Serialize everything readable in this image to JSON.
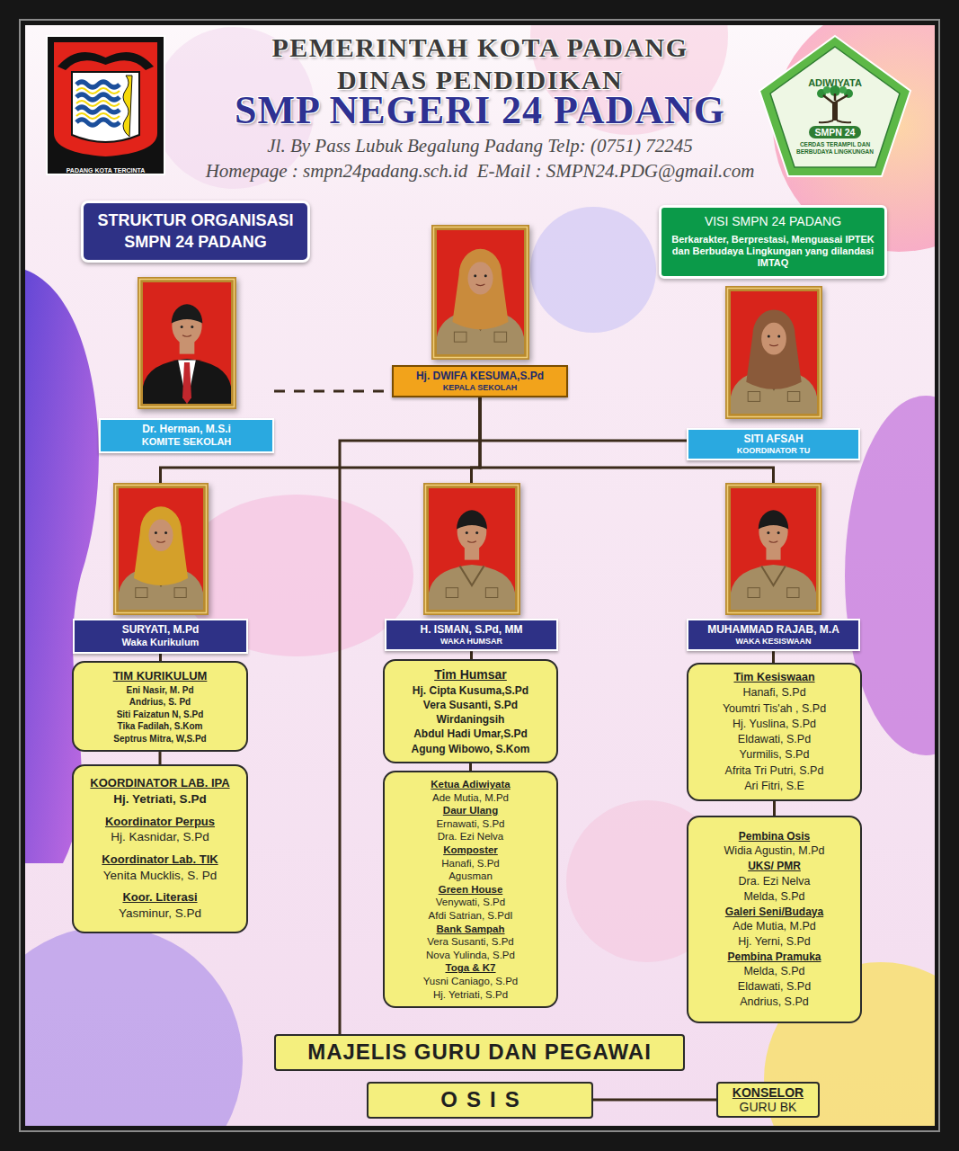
{
  "diagram": {
    "title": "SMP NEGERI 24 PADANG",
    "nodes": [
      {
        "text": [
          "STRUKTUR ORGANISASI SMPN 24 PADANG"
        ]
      },
      {
        "text": [
          "VISI SMPN 24 PADANG",
          "Berkarakter, Berprestasi, Menguasai IPTEK dan Berbudaya Lingkungan yang dilandasi IMTAQ"
        ]
      },
      {
        "text": [
          "Hj. DWIFA KESUMA,S.Pd",
          "KEPALA SEKOLAH"
        ]
      },
      {
        "text": [
          "Dr. Herman, M.S.i",
          "KOMITE SEKOLAH"
        ]
      },
      {
        "text": [
          "SITI AFSAH",
          "KOORDINATOR TU"
        ]
      },
      {
        "text": [
          "SURYATI, M.Pd",
          "Waka Kurikulum"
        ]
      },
      {
        "text": [
          "H. ISMAN, S.Pd, MM",
          "WAKA HUMSAR"
        ]
      },
      {
        "text": [
          "MUHAMMAD RAJAB, M.A",
          "WAKA KESISWAAN"
        ]
      },
      {
        "text": [
          "TIM KURIKULUM",
          "Eni Nasir, M. Pd",
          "Andrius, S. Pd",
          "Siti Faizatun N, S.Pd",
          "Tika Fadilah, S.Kom",
          "Septrus Mitra, W,S.Pd"
        ]
      },
      {
        "text": [
          "KOORDINATOR LAB. IPA",
          "Hj. Yetriati, S.Pd",
          "Koordinator Perpus",
          "Hj. Kasnidar, S.Pd",
          "Koordinator Lab. TIK",
          "Yenita Mucklis, S. Pd",
          "Koor. Literasi",
          "Yasminur, S.Pd"
        ]
      },
      {
        "text": [
          "Tim Humsar",
          "Hj. Cipta Kusuma,S.Pd",
          "Vera Susanti, S.Pd",
          "Wirdaningsih",
          "Abdul Hadi Umar,S.Pd",
          "Agung Wibowo, S.Kom"
        ]
      },
      {
        "text": [
          "Ketua Adiwiyata",
          "Ade Mutia, M.Pd",
          "Daur Ulang",
          "Ernawati, S.Pd",
          "Dra. Ezi Nelva",
          "Komposter",
          "Hanafi, S.Pd",
          "Agusman",
          "Green House",
          "Venywati, S.Pd",
          "Afdi Satrian, S.PdI",
          "Bank Sampah",
          "Vera Susanti, S.Pd",
          "Nova Yulinda, S.Pd",
          "Toga & K7",
          "Yusni Caniago, S.Pd",
          "Hj. Yetriati, S.Pd"
        ]
      },
      {
        "text": [
          "Tim Kesiswaan",
          "Hanafi, S.Pd",
          "Youmtri Tis'ah , S.Pd",
          "Hj. Yuslina, S.Pd",
          "Eldawati, S.Pd",
          "Yurmilis, S.Pd",
          "Afrita Tri Putri, S.Pd",
          "Ari Fitri, S.E"
        ]
      },
      {
        "text": [
          "Pembina Osis",
          "Widia Agustin, M.Pd",
          "UKS/ PMR",
          "Dra. Ezi Nelva",
          "Melda, S.Pd",
          "Galeri Seni/Budaya",
          "Ade Mutia, M.Pd",
          "Hj. Yerni, S.Pd",
          "Pembina Pramuka",
          "Melda, S.Pd",
          "Eldawati, S.Pd",
          "Andrius, S.Pd"
        ]
      },
      {
        "text": [
          "MAJELIS GURU DAN PEGAWAI"
        ]
      },
      {
        "text": [
          "OSIS"
        ]
      },
      {
        "text": [
          "KONSELOR",
          "GURU BK"
        ]
      }
    ],
    "edges": [
      {
        "from": 3,
        "to": 2,
        "arrow": "none"
      },
      {
        "from": 2,
        "to": 4,
        "arrow": "none"
      },
      {
        "from": 2,
        "to": 5,
        "arrow": "none"
      },
      {
        "from": 2,
        "to": 6,
        "arrow": "none"
      },
      {
        "from": 2,
        "to": 7,
        "arrow": "none"
      },
      {
        "from": 2,
        "to": 14,
        "arrow": "none"
      },
      {
        "from": 5,
        "to": 8,
        "arrow": "none"
      },
      {
        "from": 8,
        "to": 9,
        "arrow": "none"
      },
      {
        "from": 6,
        "to": 10,
        "arrow": "none"
      },
      {
        "from": 10,
        "to": 11,
        "arrow": "none"
      },
      {
        "from": 7,
        "to": 12,
        "arrow": "none"
      },
      {
        "from": 12,
        "to": 13,
        "arrow": "none"
      },
      {
        "from": 15,
        "to": 16,
        "arrow": "none"
      }
    ],
    "labels": [
      "PEMERINTAH KOTA PADANG",
      "DINAS PENDIDIKAN",
      "Jl. By Pass Lubuk Begalung Padang Telp: (0751) 72245",
      "Homepage : smpn24padang.sch.id  E-Mail : SMPN24.PDG@gmail.com",
      "PADANG KOTA TERCINTA",
      "ADIWIYATA",
      "SMPN 24",
      "CERDAS TERAMPIL DAN BERBUDAYA LINGKUNGAN"
    ]
  }
}
